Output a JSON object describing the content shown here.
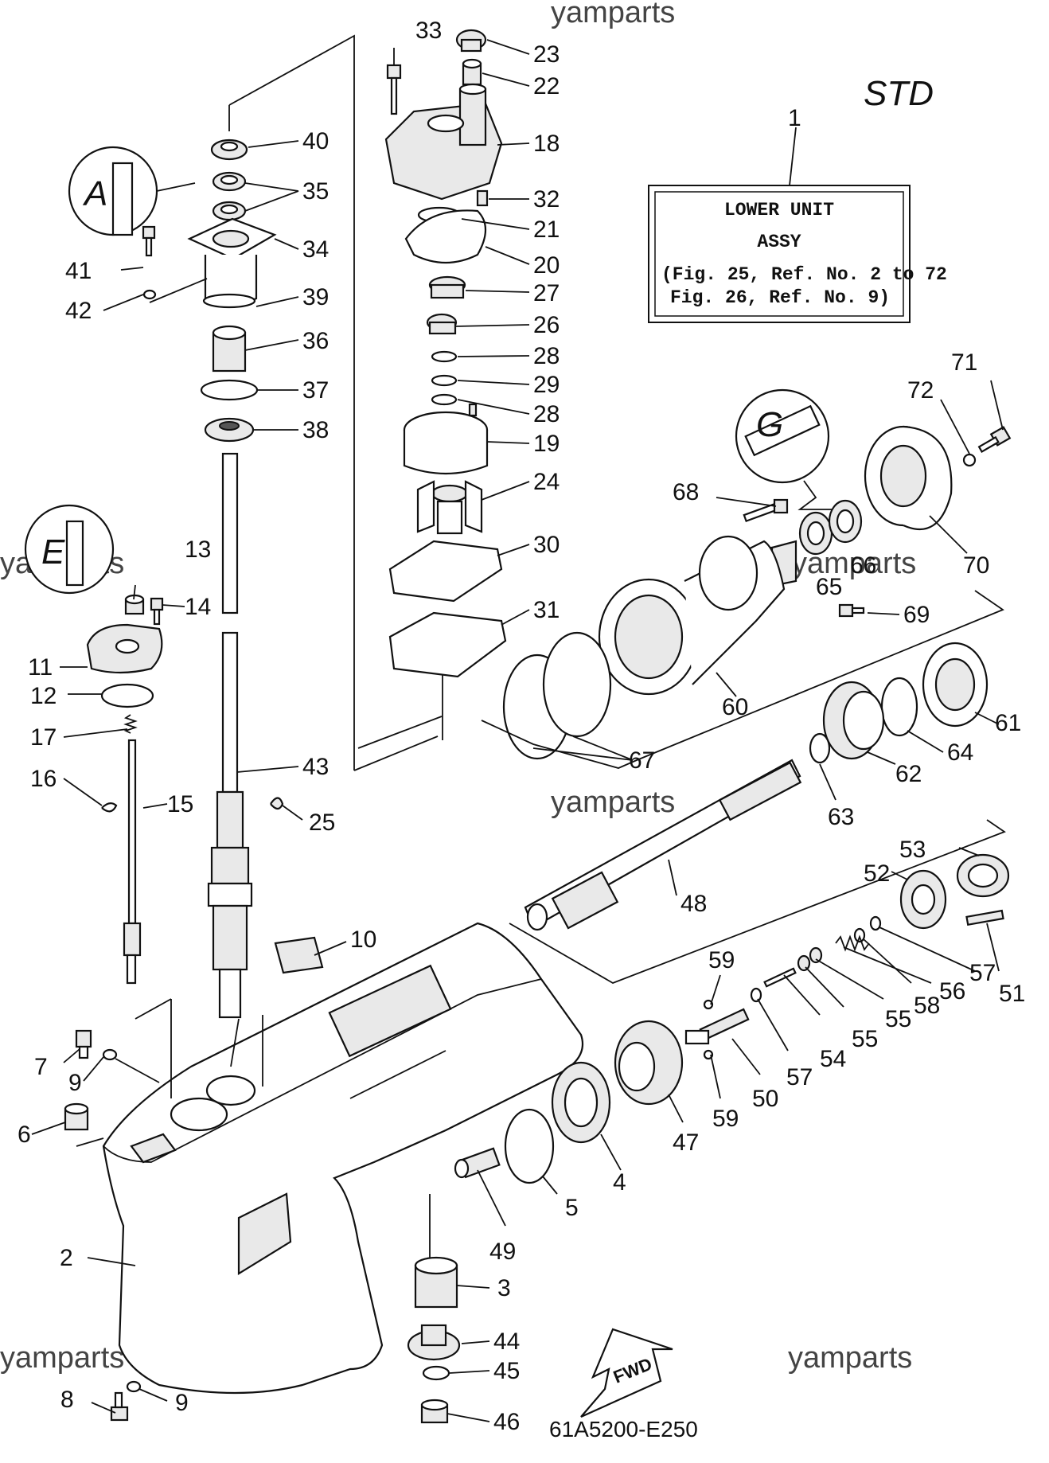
{
  "watermark": "yamparts",
  "variant": "STD",
  "drawing_code": "61A5200-E250",
  "fwd_label": "FWD",
  "assy_box": {
    "line1": "LOWER UNIT",
    "line2": "ASSY",
    "line3": "(Fig. 25, Ref. No. 2 to 72",
    "line4": "Fig. 26, Ref. No. 9)"
  },
  "callouts": {
    "n1": "1",
    "n2": "2",
    "n3": "3",
    "n4": "4",
    "n5": "5",
    "n6": "6",
    "n7": "7",
    "n8": "8",
    "n9": "9",
    "n9b": "9",
    "n10": "10",
    "n11": "11",
    "n12": "12",
    "n13": "13",
    "n14": "14",
    "n15": "15",
    "n16": "16",
    "n17": "17",
    "n18": "18",
    "n19": "19",
    "n20": "20",
    "n21": "21",
    "n22": "22",
    "n23": "23",
    "n24": "24",
    "n25": "25",
    "n26": "26",
    "n27": "27",
    "n28": "28",
    "n28b": "28",
    "n29": "29",
    "n30": "30",
    "n31": "31",
    "n32": "32",
    "n33": "33",
    "n34": "34",
    "n35": "35",
    "n36": "36",
    "n37": "37",
    "n38": "38",
    "n39": "39",
    "n40": "40",
    "n41": "41",
    "n42": "42",
    "n43": "43",
    "n44": "44",
    "n45": "45",
    "n46": "46",
    "n47": "47",
    "n48": "48",
    "n49": "49",
    "n50": "50",
    "n51": "51",
    "n52": "52",
    "n53": "53",
    "n54": "54",
    "n55": "55",
    "n55b": "55",
    "n56": "56",
    "n57": "57",
    "n57b": "57",
    "n58": "58",
    "n59": "59",
    "n59b": "59",
    "n60": "60",
    "n61": "61",
    "n62": "62",
    "n63": "63",
    "n64": "64",
    "n65": "65",
    "n66": "66",
    "n67": "67",
    "n68": "68",
    "n69": "69",
    "n70": "70",
    "n71": "71",
    "n72": "72"
  },
  "grease_marks": {
    "mark_a": "A",
    "mark_b": "E",
    "mark_c": "G"
  }
}
